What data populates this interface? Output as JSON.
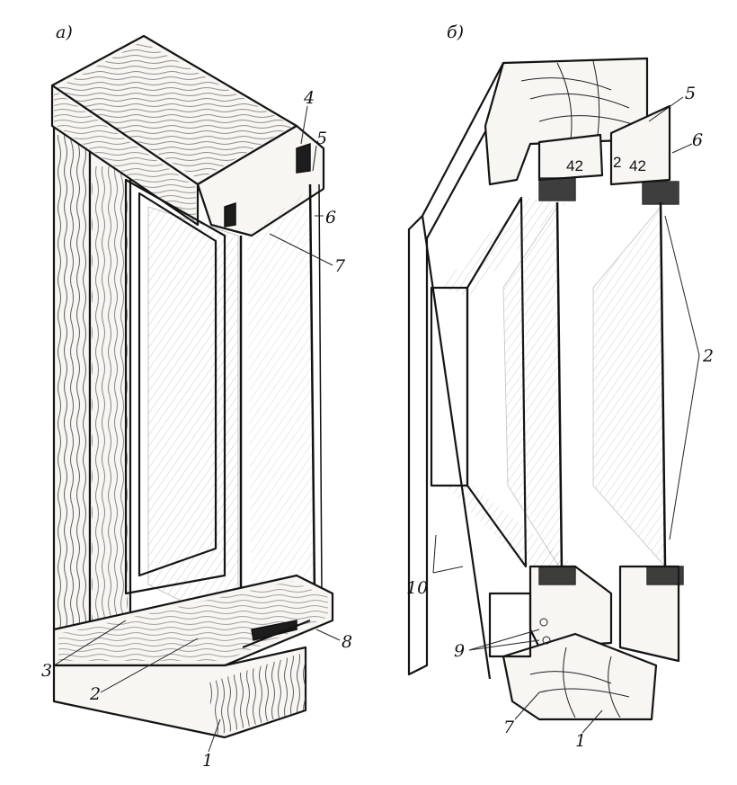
{
  "panel_a": {
    "title": "а)",
    "callouts": [
      "4",
      "5",
      "6",
      "7",
      "8",
      "1",
      "2",
      "3"
    ]
  },
  "panel_b": {
    "title": "б)",
    "callouts": [
      "5",
      "6",
      "2",
      "10",
      "9",
      "7",
      "1"
    ],
    "dimensions": [
      "42",
      "2",
      "42"
    ]
  }
}
